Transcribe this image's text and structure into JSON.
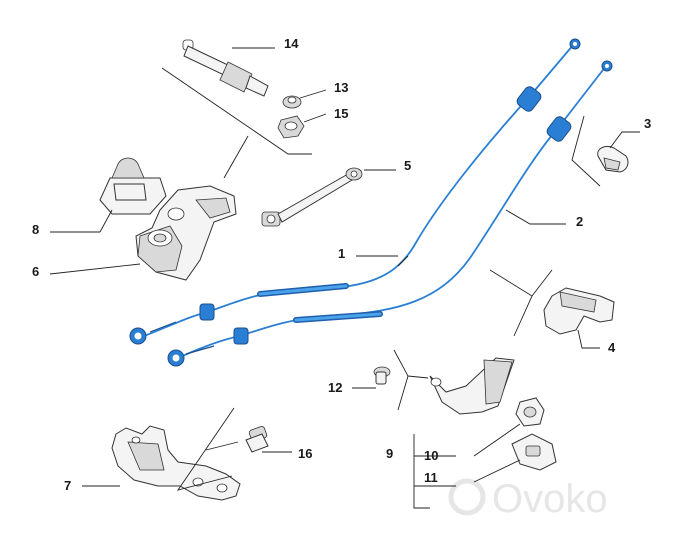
{
  "callouts": {
    "c1": "1",
    "c2": "2",
    "c3": "3",
    "c4": "4",
    "c5": "5",
    "c6": "6",
    "c7": "7",
    "c8": "8",
    "c9": "9",
    "c10": "10",
    "c11": "11",
    "c12": "12",
    "c13": "13",
    "c14": "14",
    "c15": "15",
    "c16": "16"
  },
  "watermark": {
    "text": "Ovoko"
  },
  "colors": {
    "cable": "#2a7fd4",
    "ink": "#222222"
  }
}
